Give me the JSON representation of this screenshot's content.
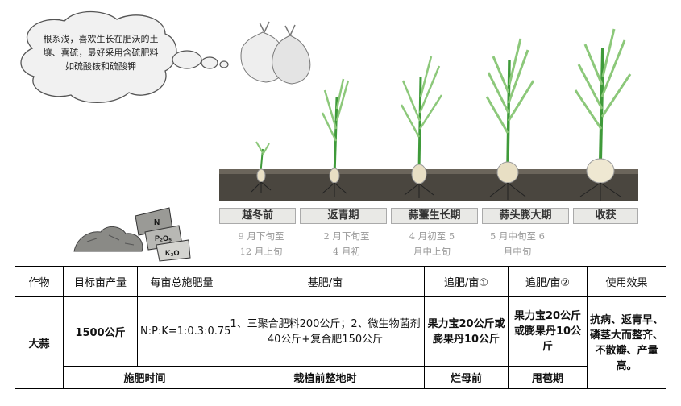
{
  "illustration": {
    "thought_bubble": "根系浅，喜欢生长在肥沃的土壤、喜硫，最好采用含硫肥料如硫酸铵和硫酸钾",
    "fertilizer_bag_letters": [
      "N",
      "P₂O₅",
      "K₂O"
    ],
    "stages": [
      {
        "label": "越冬前",
        "date_line1": "9 月下旬至",
        "date_line2": "12 月上旬"
      },
      {
        "label": "返青期",
        "date_line1": "2 月下旬至",
        "date_line2": "4 月初"
      },
      {
        "label": "蒜薹生长期",
        "date_line1": "4 月初至 5",
        "date_line2": "月中上旬"
      },
      {
        "label": "蒜头膨大期",
        "date_line1": "5 月中旬至 6",
        "date_line2": "月中旬"
      },
      {
        "label": "收获",
        "date_line1": "",
        "date_line2": ""
      }
    ]
  },
  "table": {
    "headers": [
      "作物",
      "目标亩产量",
      "每亩总施肥量",
      "基肥/亩",
      "追肥/亩①",
      "追肥/亩②",
      "使用效果"
    ],
    "row": {
      "crop": "大蒜",
      "target_yield": "1500公斤",
      "total_fertilizer": "N:P:K=1:0.3:0.75",
      "base_fertilizer": "1、三聚合肥料200公斤；2、微生物菌剂40公斤+复合肥150公斤",
      "top_dressing_1": "果力宝20公斤或膨果丹10公斤",
      "top_dressing_2": "果力宝20公斤或膨果丹10公斤",
      "effect": "抗病、返青早、磷茎大而整齐、不散瓣、产量高。"
    },
    "timing": {
      "label": "施肥时间",
      "base": "栽植前整地时",
      "top1": "烂母前",
      "top2": "甩苞期"
    }
  },
  "colors": {
    "soil": "#4a463f",
    "leaf": "#3f9a3a",
    "leaf_light": "#8cc87a",
    "bulb": "#e8dfc4",
    "cloud": "#f0f0f0"
  }
}
